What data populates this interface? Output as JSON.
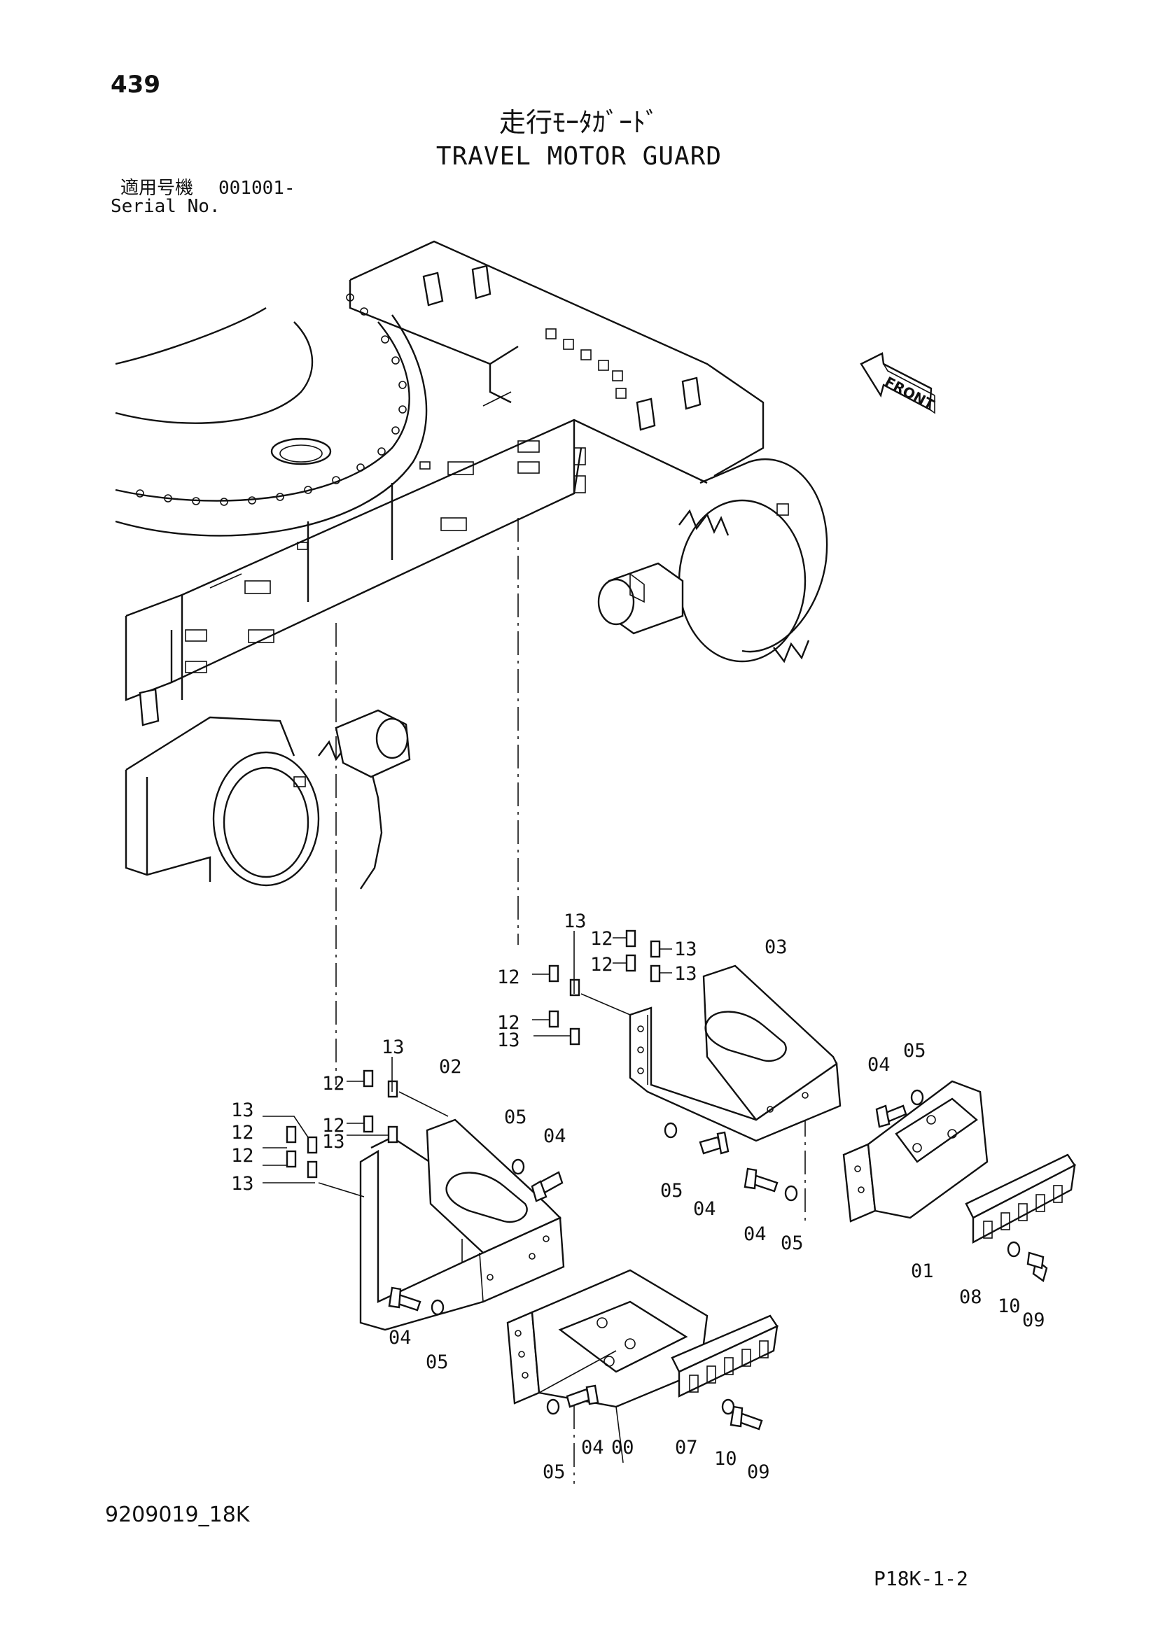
{
  "page_number": "439",
  "title_jp": "走行ﾓｰﾀｶﾞｰﾄﾞ",
  "title_en": "TRAVEL MOTOR GUARD",
  "serial": {
    "label_jp": "適用号機",
    "value": "001001-",
    "label_en": "Serial No."
  },
  "front_label": "FRONT",
  "doc_number": "9209019_18K",
  "page_code": "P18K-1-2",
  "callouts": {
    "c00": "00",
    "c01": "01",
    "c02": "02",
    "c03": "03",
    "c04a": "04",
    "c04b": "04",
    "c04c": "04",
    "c04d": "04",
    "c04e": "04",
    "c05a": "05",
    "c05b": "05",
    "c05c": "05",
    "c05d": "05",
    "c05e": "05",
    "c05f": "05",
    "c07": "07",
    "c08": "08",
    "c09a": "09",
    "c09b": "09",
    "c10a": "10",
    "c10b": "10",
    "c12a": "12",
    "c12b": "12",
    "c12c": "12",
    "c12d": "12",
    "c12e": "12",
    "c12f": "12",
    "c12g": "12",
    "c12h": "12",
    "c13a": "13",
    "c13b": "13",
    "c13c": "13",
    "c13d": "13",
    "c13e": "13",
    "c13f": "13",
    "c13g": "13",
    "c13h": "13"
  }
}
